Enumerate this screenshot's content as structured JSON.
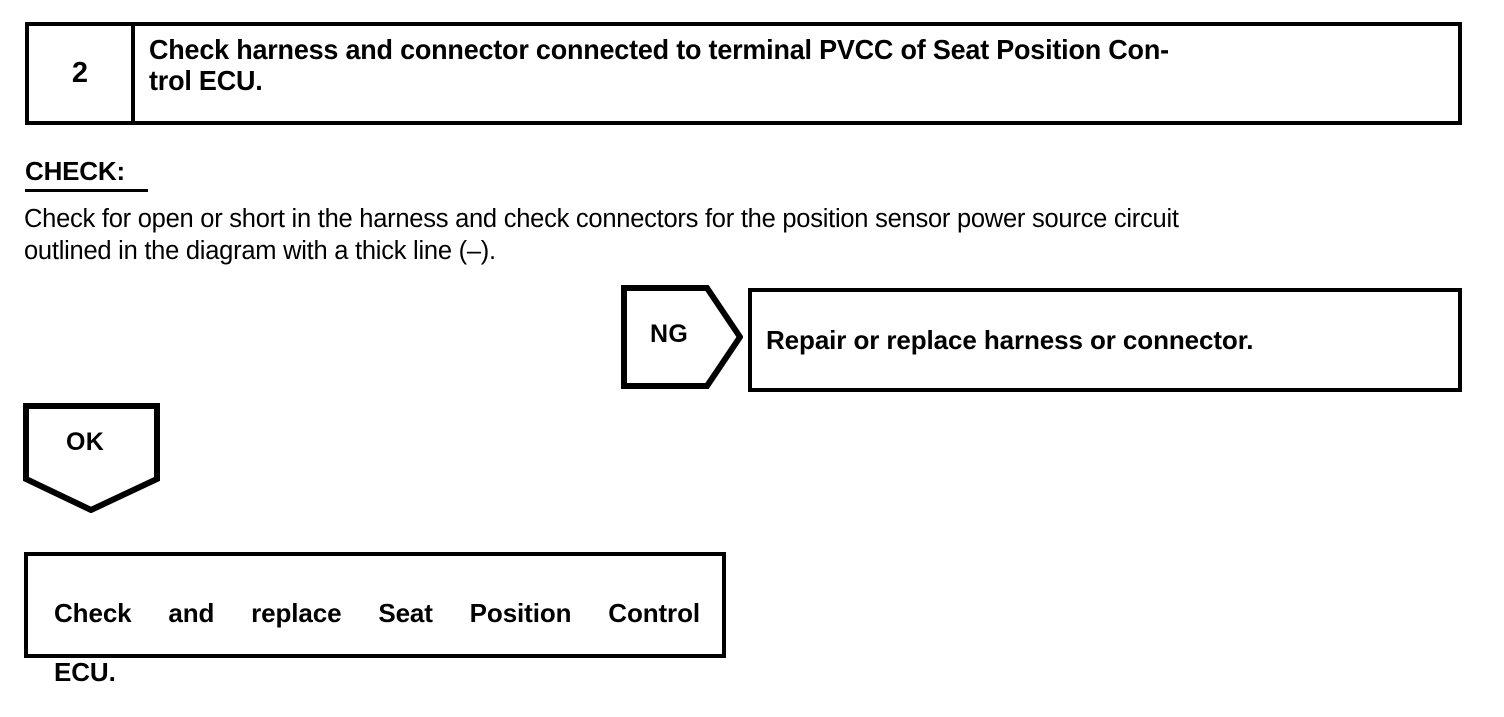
{
  "step": {
    "number": "2",
    "title": "Check harness and connector connected to terminal PVCC of Seat Position Con-\ntrol ECU."
  },
  "check": {
    "label": "CHECK:",
    "body": "Check for open or short in the harness and check connectors for the position sensor power source circuit\noutlined in the diagram with a thick line (–)."
  },
  "branches": {
    "ng": {
      "label": "NG",
      "result": "Repair or replace harness or connector."
    },
    "ok": {
      "label": "OK",
      "result_line1": "Check and replace Seat Position Control",
      "result_line2": "ECU."
    }
  },
  "colors": {
    "ink": "#000000",
    "paper": "#ffffff"
  }
}
